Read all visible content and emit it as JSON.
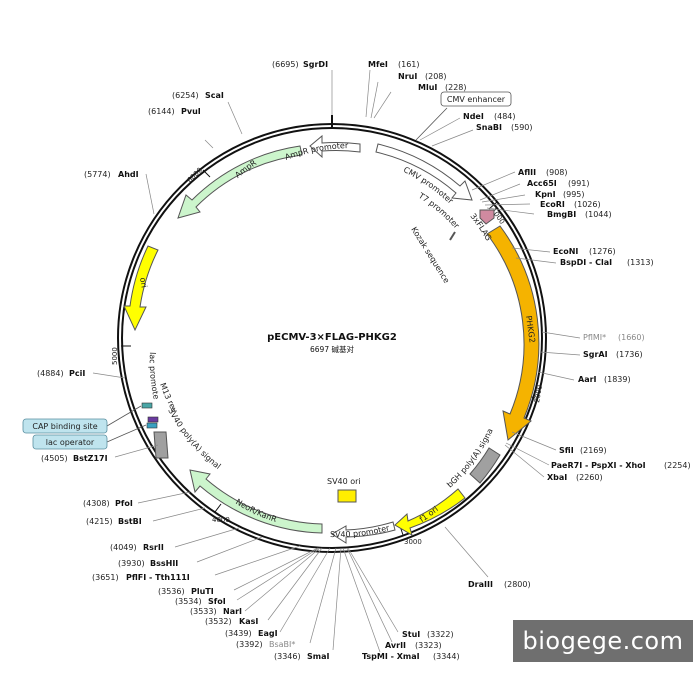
{
  "title": "pECMV-3×FLAG-PHKG2",
  "subtitle": "6697 碱基对",
  "total_bp": 6697,
  "watermark": "biogege.com",
  "ticks": [
    "1000",
    "2000",
    "3000",
    "4000",
    "5000",
    "6000"
  ],
  "sites": [
    {
      "name": "SgrDI",
      "pos": "(6695)"
    },
    {
      "name": "MfeI",
      "pos": "(161)"
    },
    {
      "name": "NruI",
      "pos": "(208)"
    },
    {
      "name": "MluI",
      "pos": "(228)"
    },
    {
      "name": "NdeI",
      "pos": "(484)"
    },
    {
      "name": "SnaBI",
      "pos": "(590)"
    },
    {
      "name": "AflII",
      "pos": "(908)"
    },
    {
      "name": "Acc65I",
      "pos": "(991)"
    },
    {
      "name": "KpnI",
      "pos": "(995)"
    },
    {
      "name": "EcoRI",
      "pos": "(1026)"
    },
    {
      "name": "BmgBI",
      "pos": "(1044)"
    },
    {
      "name": "EcoNI",
      "pos": "(1276)"
    },
    {
      "name": "BspDI - ClaI",
      "pos": "(1313)"
    },
    {
      "name": "PflMI*",
      "pos": "(1660)"
    },
    {
      "name": "SgrAI",
      "pos": "(1736)"
    },
    {
      "name": "AarI",
      "pos": "(1839)"
    },
    {
      "name": "SfiI",
      "pos": "(2169)"
    },
    {
      "name": "PaeR7I - PspXI - XhoI",
      "pos": "(2254)"
    },
    {
      "name": "XbaI",
      "pos": "(2260)"
    },
    {
      "name": "DraIII",
      "pos": "(2800)"
    },
    {
      "name": "StuI",
      "pos": "(3322)"
    },
    {
      "name": "AvrII",
      "pos": "(3323)"
    },
    {
      "name": "TspMI - XmaI",
      "pos": "(3344)"
    },
    {
      "name": "SmaI",
      "pos": "(3346)"
    },
    {
      "name": "BsaBI*",
      "pos": "(3392)"
    },
    {
      "name": "EagI",
      "pos": "(3439)"
    },
    {
      "name": "KasI",
      "pos": "(3532)"
    },
    {
      "name": "NarI",
      "pos": "(3533)"
    },
    {
      "name": "SfoI",
      "pos": "(3534)"
    },
    {
      "name": "PluTI",
      "pos": "(3536)"
    },
    {
      "name": "PflFI - Tth111I",
      "pos": "(3651)"
    },
    {
      "name": "BssHII",
      "pos": "(3930)"
    },
    {
      "name": "RsrII",
      "pos": "(4049)"
    },
    {
      "name": "BstBI",
      "pos": "(4215)"
    },
    {
      "name": "PfoI",
      "pos": "(4308)"
    },
    {
      "name": "BstZ17I",
      "pos": "(4505)"
    },
    {
      "name": "PciI",
      "pos": "(4884)"
    },
    {
      "name": "AhdI",
      "pos": "(5774)"
    },
    {
      "name": "PvuI",
      "pos": "(6144)"
    },
    {
      "name": "ScaI",
      "pos": "(6254)"
    }
  ],
  "features": {
    "cmv_enhancer": "CMV enhancer",
    "cmv_promoter": "CMV promoter",
    "t7_promoter": "T7 promoter",
    "kozak": "Kozak sequence",
    "flag": "3xFLAG",
    "phkg2": "PHKG2",
    "bgh": "bGH poly(A) signal",
    "f1_ori": "f1 ori",
    "sv40_promoter": "SV40 promoter",
    "sv40_ori": "SV40 ori",
    "neor": "NeoR/KanR",
    "sv40_polya": "SV40 poly(A) signal",
    "m13_rev": "M13 rev",
    "lac_promoter": "lac promoter",
    "cap_site": "CAP binding site",
    "lac_operator": "lac operator",
    "ori": "ori",
    "ampr": "AmpR",
    "ampr_promoter": "AmpR promoter"
  },
  "colors": {
    "phkg2": "#f5b300",
    "f1_ori": "#ffff00",
    "ori": "#ffff00",
    "neor": "#ccf5cc",
    "ampr": "#ccf5cc",
    "sv40_ori": "#ffee00",
    "polya": "#a0a0a0",
    "flag": "#d08aa0",
    "promoter": "#ffffff",
    "callout": "#bfe4ee"
  }
}
